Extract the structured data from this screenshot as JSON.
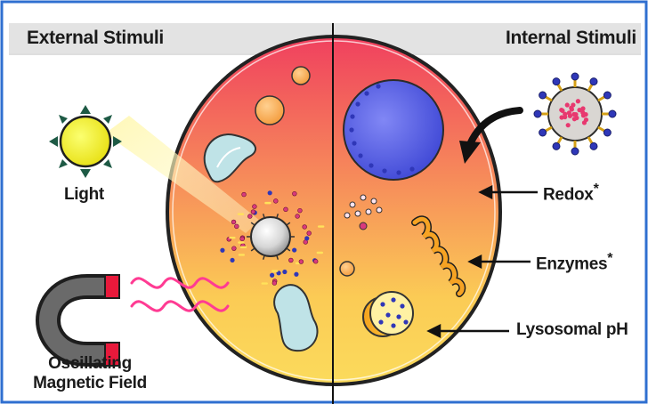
{
  "headers": {
    "external": "External Stimuli",
    "internal": "Internal Stimuli"
  },
  "labels": {
    "light": "Light",
    "magnetic_line1": "Oscillating",
    "magnetic_line2": "Magnetic Field",
    "redox": "Redox",
    "enzymes": "Enzymes",
    "lysosomal": "Lysosomal pH",
    "asterisk": "*"
  },
  "colors": {
    "frame_blue": "#2f6fd0",
    "header_gray": "#e3e3e3",
    "cell_top": "#f0405e",
    "cell_bottom": "#fbd85a",
    "nucleus": "#5b63e4",
    "sun": "#f3f032",
    "magnet_red": "#e8193b",
    "wave_pink": "#ff3b93"
  },
  "icons": [
    "sun-icon",
    "magnet-icon",
    "nanoparticle-icon",
    "curved-arrow-icon"
  ]
}
